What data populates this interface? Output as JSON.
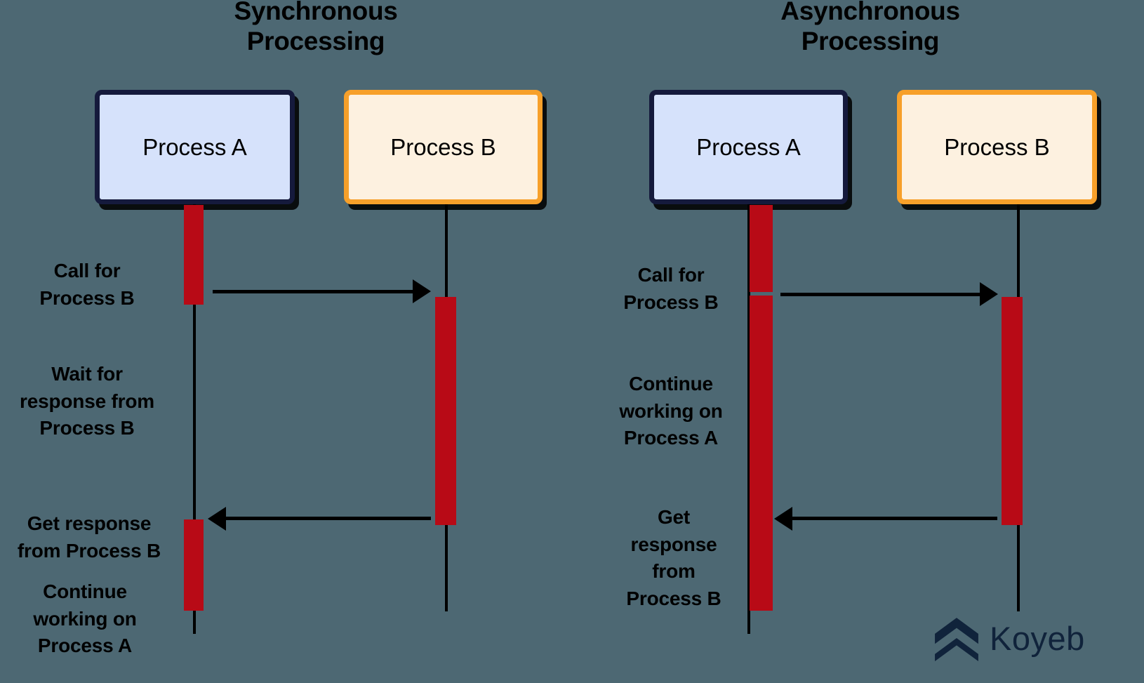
{
  "background_color": "#4d6873",
  "accent_colors": {
    "activation_red": "#b80a16",
    "process_a_fill": "#d6e2fb",
    "process_a_border": "#151a3c",
    "process_b_fill": "#fdf1e0",
    "process_b_border": "#f7a02a",
    "line_black": "#000000",
    "logo_navy": "#10233b"
  },
  "panels": [
    {
      "id": "synchronous",
      "title": "Synchronous\nProcessing",
      "participants": [
        {
          "id": "process-a",
          "label": "Process A"
        },
        {
          "id": "process-b",
          "label": "Process B"
        }
      ],
      "steps": [
        {
          "id": "call-for-process-b",
          "label": "Call for\nProcess B"
        },
        {
          "id": "wait-for-response",
          "label": "Wait for\nresponse from\nProcess B"
        },
        {
          "id": "get-response",
          "label": "Get response\nfrom Process B"
        },
        {
          "id": "continue-working",
          "label": "Continue\nworking on\nProcess A"
        }
      ],
      "messages": [
        {
          "id": "request-arrow",
          "direction": "right",
          "from": "process-a",
          "to": "process-b"
        },
        {
          "id": "response-arrow",
          "direction": "left",
          "from": "process-b",
          "to": "process-a"
        }
      ]
    },
    {
      "id": "asynchronous",
      "title": "Asynchronous\nProcessing",
      "participants": [
        {
          "id": "process-a",
          "label": "Process A"
        },
        {
          "id": "process-b",
          "label": "Process B"
        }
      ],
      "steps": [
        {
          "id": "call-for-process-b",
          "label": "Call for\nProcess B"
        },
        {
          "id": "continue-working",
          "label": "Continue\nworking on\nProcess A"
        },
        {
          "id": "get-response",
          "label": "Get\nresponse\nfrom\nProcess B"
        }
      ],
      "messages": [
        {
          "id": "request-arrow",
          "direction": "right",
          "from": "process-a",
          "to": "process-b"
        },
        {
          "id": "response-arrow",
          "direction": "left",
          "from": "process-b",
          "to": "process-a"
        }
      ]
    }
  ],
  "logo": {
    "name": "koyeb-logo",
    "wordmark": "Koyeb",
    "icon": "chevron-stack-icon"
  }
}
